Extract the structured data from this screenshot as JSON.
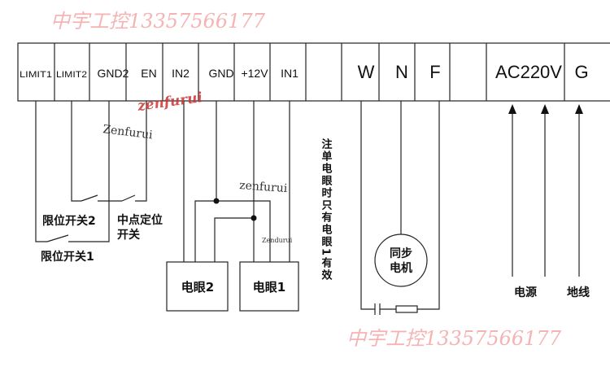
{
  "watermarks": {
    "top": "中宇工控13357566177",
    "bottom": "中宇工控13357566177",
    "zen_red": "zenfurui",
    "zen1": "Zenfurui",
    "zen2": "zenfurui",
    "zen3": "Zendurui"
  },
  "terminals": {
    "limit1": "LIMIT1",
    "limit2": "LIMIT2",
    "gnd2": "GND2",
    "en": "EN",
    "in2": "IN2",
    "gnd": "GND",
    "plus12v": "+12V",
    "in1": "IN1",
    "w": "W",
    "n": "N",
    "f": "F",
    "ac220v": "AC220V",
    "g": "G"
  },
  "labels": {
    "limit_switch_2": "限位开关2",
    "mid_point_1": "中点定位",
    "mid_point_2": "开关",
    "limit_switch_1": "限位开关1",
    "note": "注单电眼时只有电眼1有效",
    "eye2": "电眼2",
    "eye1": "电眼1",
    "motor_1": "同步",
    "motor_2": "电机",
    "power": "电源",
    "ground": "地线"
  }
}
